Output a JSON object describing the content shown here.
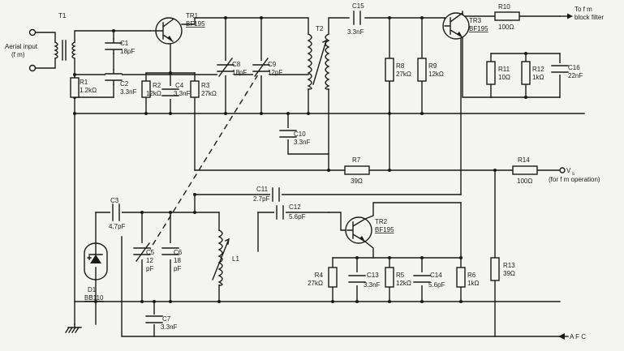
{
  "terminals": {
    "aerial_input": [
      "Aerial input",
      "(f m)"
    ],
    "fm_block_filter": [
      "To f m",
      "block filter"
    ],
    "vs": "V",
    "vs_sub": "s",
    "vs_note": "(for f m operation)",
    "afc": "A F C"
  },
  "transformers": [
    {
      "ref": "T1"
    },
    {
      "ref": "T2"
    }
  ],
  "inductors": [
    {
      "ref": "L1"
    }
  ],
  "transistors": [
    {
      "ref": "TR1",
      "type": "BF195"
    },
    {
      "ref": "TR2",
      "type": "BF195"
    },
    {
      "ref": "TR3",
      "type": "BF195"
    }
  ],
  "diodes": [
    {
      "ref": "D1",
      "type": "BB110"
    }
  ],
  "resistors": [
    {
      "ref": "R1",
      "value": "1.2kΩ"
    },
    {
      "ref": "R2",
      "value": "12kΩ"
    },
    {
      "ref": "R3",
      "value": "27kΩ"
    },
    {
      "ref": "R4",
      "value": "27kΩ"
    },
    {
      "ref": "R5",
      "value": "12kΩ"
    },
    {
      "ref": "R6",
      "value": "1kΩ"
    },
    {
      "ref": "R7",
      "value": "39Ω"
    },
    {
      "ref": "R8",
      "value": "27kΩ"
    },
    {
      "ref": "R9",
      "value": "12kΩ"
    },
    {
      "ref": "R10",
      "value": "100Ω"
    },
    {
      "ref": "R11",
      "value": "10Ω"
    },
    {
      "ref": "R12",
      "value": "1kΩ"
    },
    {
      "ref": "R13",
      "value": "39Ω"
    },
    {
      "ref": "R14",
      "value": "100Ω"
    }
  ],
  "capacitors": [
    {
      "ref": "C1",
      "value": "18pF"
    },
    {
      "ref": "C2",
      "value": "3.3nF"
    },
    {
      "ref": "C3",
      "value": "4.7pF"
    },
    {
      "ref": "C4",
      "value": "3.3nF"
    },
    {
      "ref": "C5",
      "value": "12",
      "unit": "pF"
    },
    {
      "ref": "C6",
      "value": "18",
      "unit": "pF"
    },
    {
      "ref": "C7",
      "value": "3.3nF"
    },
    {
      "ref": "C8",
      "value": "18pF"
    },
    {
      "ref": "C9",
      "value": "12pF"
    },
    {
      "ref": "C10",
      "value": "3.3nF"
    },
    {
      "ref": "C11",
      "value": "2.7pF"
    },
    {
      "ref": "C12",
      "value": "5.6pF"
    },
    {
      "ref": "C13",
      "value": "3.3nF"
    },
    {
      "ref": "C14",
      "value": "5.6pF"
    },
    {
      "ref": "C15",
      "value": "3.3nF"
    },
    {
      "ref": "C16",
      "value": "22nF"
    }
  ]
}
